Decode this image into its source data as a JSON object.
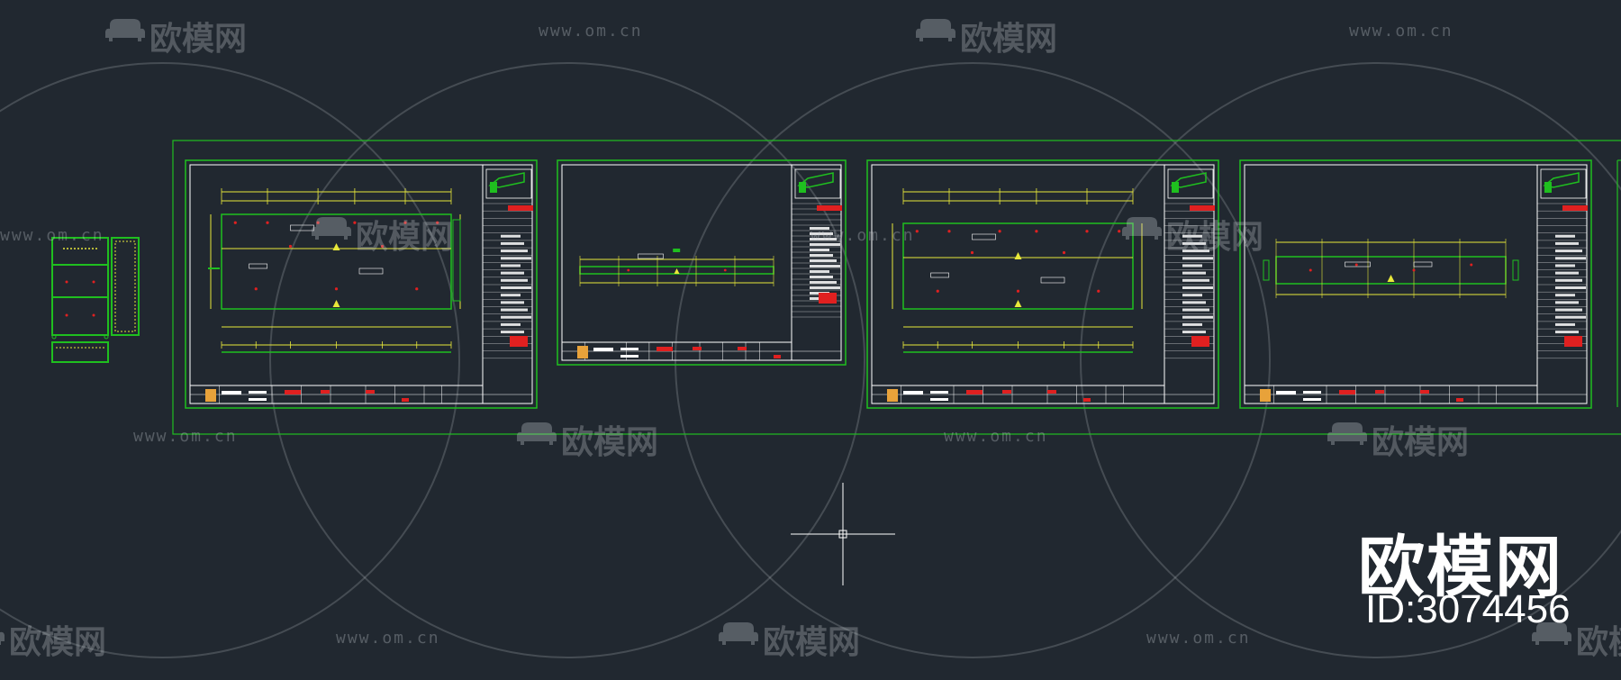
{
  "watermarks": {
    "brand": "欧模网",
    "url": "www.om.cn",
    "big_brand": "欧模网",
    "id_label": "ID:3074456"
  },
  "colors": {
    "background": "#212830",
    "frame": "#1fbf1f",
    "yellow": "#e8e83a",
    "red": "#e02020",
    "white": "#ffffff",
    "watermark": "#c8cdd2"
  },
  "icons": {
    "sofa": "sofa-icon",
    "crosshair": "crosshair-cursor-icon"
  }
}
